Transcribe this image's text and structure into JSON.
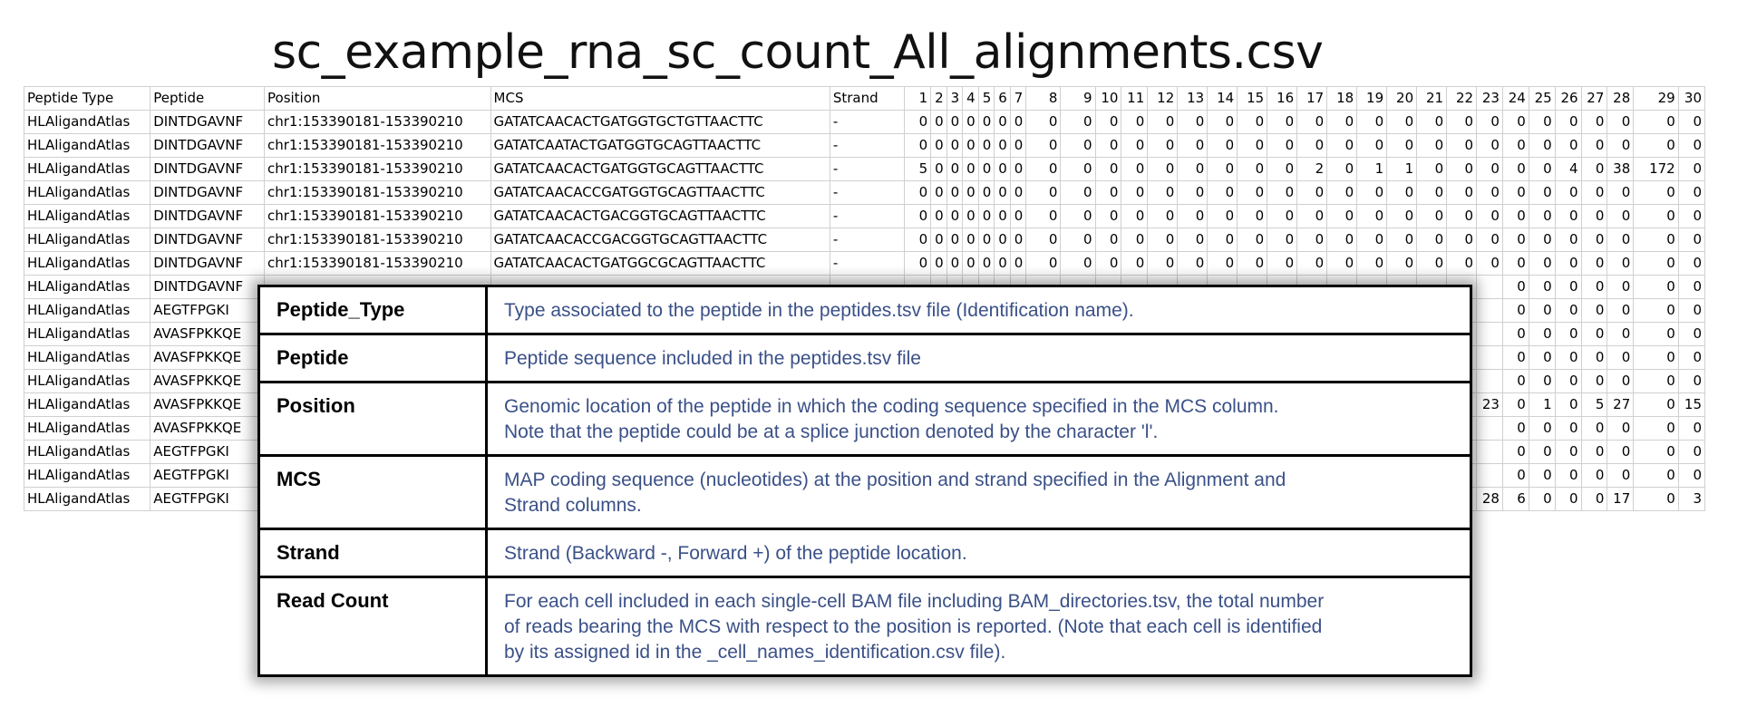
{
  "title": "sc_example_rna_sc_count_All_alignments.csv",
  "sheet": {
    "headers": [
      "Peptide Type",
      "Peptide",
      "Position",
      "MCS",
      "Strand",
      "1",
      "2",
      "3",
      "4",
      "5",
      "6",
      "7",
      "8",
      "9",
      "10",
      "11",
      "12",
      "13",
      "14",
      "15",
      "16",
      "17",
      "18",
      "19",
      "20",
      "21",
      "22",
      "23",
      "24",
      "25",
      "26",
      "27",
      "28",
      "29",
      "30"
    ],
    "rows": [
      [
        "HLAligandAtlas",
        "DINTDGAVNF",
        "chr1:153390181-153390210",
        "GATATCAACACTGATGGTGCTGTTAACTTC",
        "-",
        "0",
        "0",
        "0",
        "0",
        "0",
        "0",
        "0",
        "0",
        "0",
        "0",
        "0",
        "0",
        "0",
        "0",
        "0",
        "0",
        "0",
        "0",
        "0",
        "0",
        "0",
        "0",
        "0",
        "0",
        "0",
        "0",
        "0",
        "0",
        "0",
        "0"
      ],
      [
        "HLAligandAtlas",
        "DINTDGAVNF",
        "chr1:153390181-153390210",
        "GATATCAATACTGATGGTGCAGTTAACTTC",
        "-",
        "0",
        "0",
        "0",
        "0",
        "0",
        "0",
        "0",
        "0",
        "0",
        "0",
        "0",
        "0",
        "0",
        "0",
        "0",
        "0",
        "0",
        "0",
        "0",
        "0",
        "0",
        "0",
        "0",
        "0",
        "0",
        "0",
        "0",
        "0",
        "0",
        "0"
      ],
      [
        "HLAligandAtlas",
        "DINTDGAVNF",
        "chr1:153390181-153390210",
        "GATATCAACACTGATGGTGCAGTTAACTTC",
        "-",
        "5",
        "0",
        "0",
        "0",
        "0",
        "0",
        "0",
        "0",
        "0",
        "0",
        "0",
        "0",
        "0",
        "0",
        "0",
        "0",
        "2",
        "0",
        "1",
        "1",
        "0",
        "0",
        "0",
        "0",
        "0",
        "4",
        "0",
        "38",
        "172",
        "0"
      ],
      [
        "HLAligandAtlas",
        "DINTDGAVNF",
        "chr1:153390181-153390210",
        "GATATCAACACCGATGGTGCAGTTAACTTC",
        "-",
        "0",
        "0",
        "0",
        "0",
        "0",
        "0",
        "0",
        "0",
        "0",
        "0",
        "0",
        "0",
        "0",
        "0",
        "0",
        "0",
        "0",
        "0",
        "0",
        "0",
        "0",
        "0",
        "0",
        "0",
        "0",
        "0",
        "0",
        "0",
        "0",
        "0"
      ],
      [
        "HLAligandAtlas",
        "DINTDGAVNF",
        "chr1:153390181-153390210",
        "GATATCAACACTGACGGTGCAGTTAACTTC",
        "-",
        "0",
        "0",
        "0",
        "0",
        "0",
        "0",
        "0",
        "0",
        "0",
        "0",
        "0",
        "0",
        "0",
        "0",
        "0",
        "0",
        "0",
        "0",
        "0",
        "0",
        "0",
        "0",
        "0",
        "0",
        "0",
        "0",
        "0",
        "0",
        "0",
        "0"
      ],
      [
        "HLAligandAtlas",
        "DINTDGAVNF",
        "chr1:153390181-153390210",
        "GATATCAACACCGACGGTGCAGTTAACTTC",
        "-",
        "0",
        "0",
        "0",
        "0",
        "0",
        "0",
        "0",
        "0",
        "0",
        "0",
        "0",
        "0",
        "0",
        "0",
        "0",
        "0",
        "0",
        "0",
        "0",
        "0",
        "0",
        "0",
        "0",
        "0",
        "0",
        "0",
        "0",
        "0",
        "0",
        "0"
      ],
      [
        "HLAligandAtlas",
        "DINTDGAVNF",
        "chr1:153390181-153390210",
        "GATATCAACACTGATGGCGCAGTTAACTTC",
        "-",
        "0",
        "0",
        "0",
        "0",
        "0",
        "0",
        "0",
        "0",
        "0",
        "0",
        "0",
        "0",
        "0",
        "0",
        "0",
        "0",
        "0",
        "0",
        "0",
        "0",
        "0",
        "0",
        "0",
        "0",
        "0",
        "0",
        "0",
        "0",
        "0",
        "0"
      ],
      [
        "HLAligandAtlas",
        "DINTDGAVNF",
        "",
        "",
        "",
        "",
        "",
        "",
        "",
        "",
        "",
        "",
        "",
        "",
        "",
        "",
        "",
        "",
        "",
        "",
        "",
        "",
        "",
        "",
        "",
        "",
        "",
        "",
        "0",
        "0",
        "0",
        "0",
        "0",
        "0",
        "0"
      ],
      [
        "HLAligandAtlas",
        "AEGTFPGKI",
        "",
        "",
        "",
        "",
        "",
        "",
        "",
        "",
        "",
        "",
        "",
        "",
        "",
        "",
        "",
        "",
        "",
        "",
        "",
        "",
        "",
        "",
        "",
        "",
        "",
        "",
        "0",
        "0",
        "0",
        "0",
        "0",
        "0",
        "0"
      ],
      [
        "HLAligandAtlas",
        "AVASFPKKQE",
        "",
        "",
        "",
        "",
        "",
        "",
        "",
        "",
        "",
        "",
        "",
        "",
        "",
        "",
        "",
        "",
        "",
        "",
        "",
        "",
        "",
        "",
        "",
        "",
        "",
        "",
        "0",
        "0",
        "0",
        "0",
        "0",
        "0",
        "0"
      ],
      [
        "HLAligandAtlas",
        "AVASFPKKQE",
        "",
        "",
        "",
        "",
        "",
        "",
        "",
        "",
        "",
        "",
        "",
        "",
        "",
        "",
        "",
        "",
        "",
        "",
        "",
        "",
        "",
        "",
        "",
        "",
        "",
        "",
        "0",
        "0",
        "0",
        "0",
        "0",
        "0",
        "0"
      ],
      [
        "HLAligandAtlas",
        "AVASFPKKQE",
        "",
        "",
        "",
        "",
        "",
        "",
        "",
        "",
        "",
        "",
        "",
        "",
        "",
        "",
        "",
        "",
        "",
        "",
        "",
        "",
        "",
        "",
        "",
        "",
        "",
        "",
        "0",
        "0",
        "0",
        "0",
        "0",
        "0",
        "0"
      ],
      [
        "HLAligandAtlas",
        "AVASFPKKQE",
        "",
        "",
        "",
        "",
        "",
        "",
        "",
        "",
        "",
        "",
        "",
        "",
        "",
        "",
        "",
        "",
        "",
        "",
        "",
        "",
        "",
        "",
        "",
        "",
        "",
        "23",
        "0",
        "1",
        "0",
        "5",
        "27",
        "0",
        "15"
      ],
      [
        "HLAligandAtlas",
        "AVASFPKKQE",
        "",
        "",
        "",
        "",
        "",
        "",
        "",
        "",
        "",
        "",
        "",
        "",
        "",
        "",
        "",
        "",
        "",
        "",
        "",
        "",
        "",
        "",
        "",
        "",
        "",
        "",
        "0",
        "0",
        "0",
        "0",
        "0",
        "0",
        "0"
      ],
      [
        "HLAligandAtlas",
        "AEGTFPGKI",
        "",
        "",
        "",
        "",
        "",
        "",
        "",
        "",
        "",
        "",
        "",
        "",
        "",
        "",
        "",
        "",
        "",
        "",
        "",
        "",
        "",
        "",
        "",
        "",
        "",
        "",
        "0",
        "0",
        "0",
        "0",
        "0",
        "0",
        "0"
      ],
      [
        "HLAligandAtlas",
        "AEGTFPGKI",
        "",
        "",
        "",
        "",
        "",
        "",
        "",
        "",
        "",
        "",
        "",
        "",
        "",
        "",
        "",
        "",
        "",
        "",
        "",
        "",
        "",
        "",
        "",
        "",
        "",
        "",
        "0",
        "0",
        "0",
        "0",
        "0",
        "0",
        "0"
      ],
      [
        "HLAligandAtlas",
        "AEGTFPGKI",
        "",
        "",
        "",
        "",
        "",
        "",
        "",
        "",
        "",
        "",
        "",
        "",
        "",
        "",
        "",
        "",
        "",
        "",
        "",
        "",
        "",
        "",
        "",
        "",
        "",
        "28",
        "6",
        "0",
        "0",
        "0",
        "17",
        "0",
        "3"
      ]
    ]
  },
  "legend": [
    {
      "term": "Peptide_Type",
      "desc": [
        "Type associated to the peptide in the peptides.tsv file (Identification name)."
      ]
    },
    {
      "term": "Peptide",
      "desc": [
        "Peptide sequence included in the peptides.tsv file"
      ]
    },
    {
      "term": "Position",
      "desc": [
        "Genomic location of the peptide in which the coding sequence specified in the MCS column.",
        "Note that the peptide could be at a splice junction denoted by the character 'l'."
      ]
    },
    {
      "term": "MCS",
      "desc": [
        "MAP coding sequence (nucleotides) at the position and strand specified in the Alignment and",
        "Strand columns."
      ]
    },
    {
      "term": "Strand",
      "desc": [
        "Strand (Backward -, Forward +) of the peptide location."
      ]
    },
    {
      "term": "Read Count",
      "desc": [
        "For each cell included in each single-cell BAM file including BAM_directories.tsv, the total number",
        "of reads bearing the MCS with respect to the position is reported. (Note that each cell is identified",
        "by its assigned id in the _cell_names_identification.csv file)."
      ]
    }
  ]
}
